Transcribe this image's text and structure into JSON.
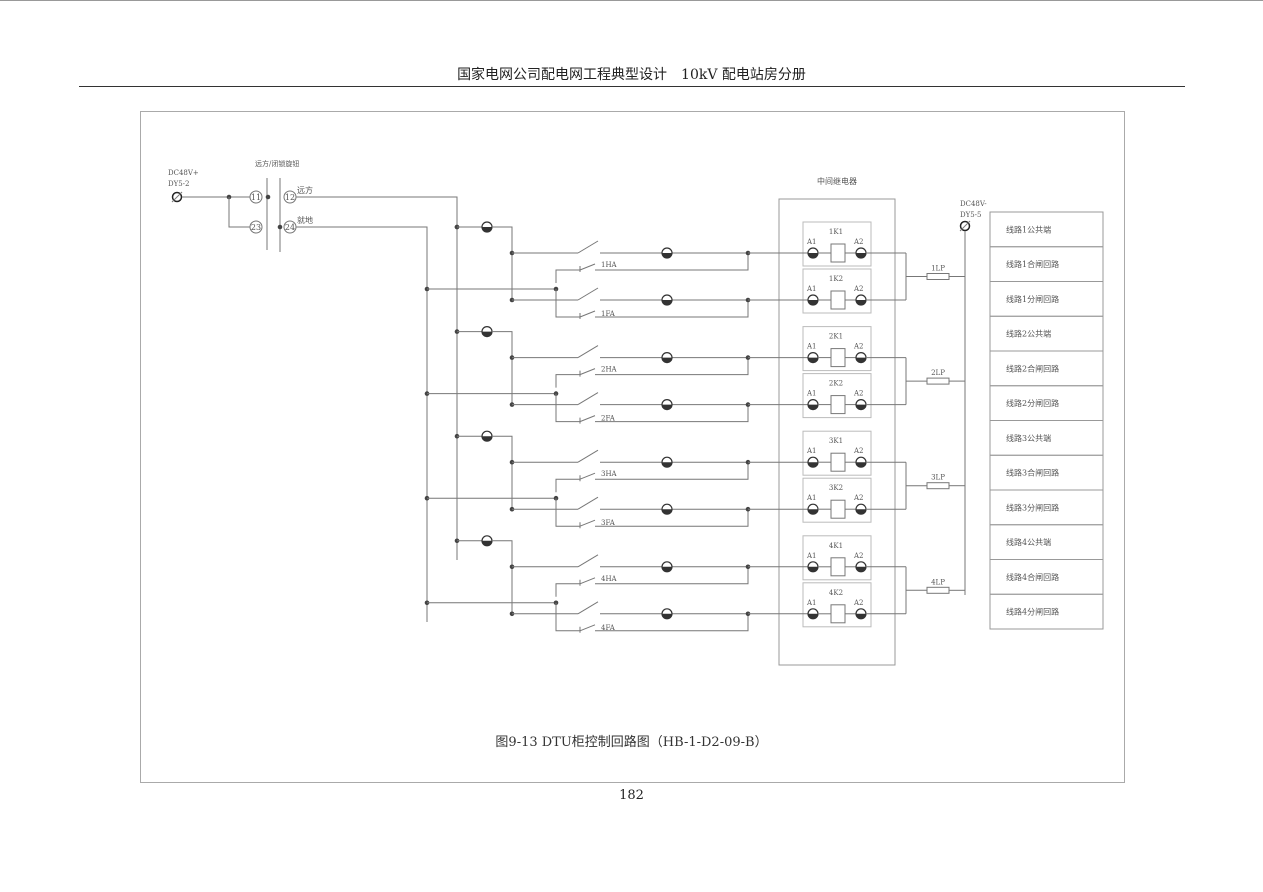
{
  "header": {
    "title": "国家电网公司配电网工程典型设计　10kV 配电站房分册"
  },
  "diagram": {
    "power_plus": [
      "DC48V+",
      "DY5-2"
    ],
    "power_minus": [
      "DC48V-",
      "DY5-5"
    ],
    "selector_label": "远方/闭锁旋钮",
    "selector_terminals": [
      "11",
      "12",
      "23",
      "24"
    ],
    "remote_label": "远方",
    "local_label": "就地",
    "relay_group_label": "中间继电器",
    "coil_terminals": [
      "A1",
      "A2"
    ],
    "lines": [
      {
        "close_contact": "1HA",
        "open_contact": "1FA",
        "close_relay": "1K1",
        "open_relay": "1K2",
        "fuse": "1LP"
      },
      {
        "close_contact": "2HA",
        "open_contact": "2FA",
        "close_relay": "2K1",
        "open_relay": "2K2",
        "fuse": "2LP"
      },
      {
        "close_contact": "3HA",
        "open_contact": "3FA",
        "close_relay": "3K1",
        "open_relay": "3K2",
        "fuse": "3LP"
      },
      {
        "close_contact": "4HA",
        "open_contact": "4FA",
        "close_relay": "4K1",
        "open_relay": "4K2",
        "fuse": "4LP"
      }
    ],
    "terminal_table": [
      "线路1公共端",
      "线路1合闸回路",
      "线路1分闸回路",
      "线路2公共端",
      "线路2合闸回路",
      "线路2分闸回路",
      "线路3公共端",
      "线路3合闸回路",
      "线路3分闸回路",
      "线路4公共端",
      "线路4合闸回路",
      "线路4分闸回路"
    ]
  },
  "caption": "图9-13 DTU柜控制回路图（HB-1-D2-09-B）",
  "page_number": "182"
}
